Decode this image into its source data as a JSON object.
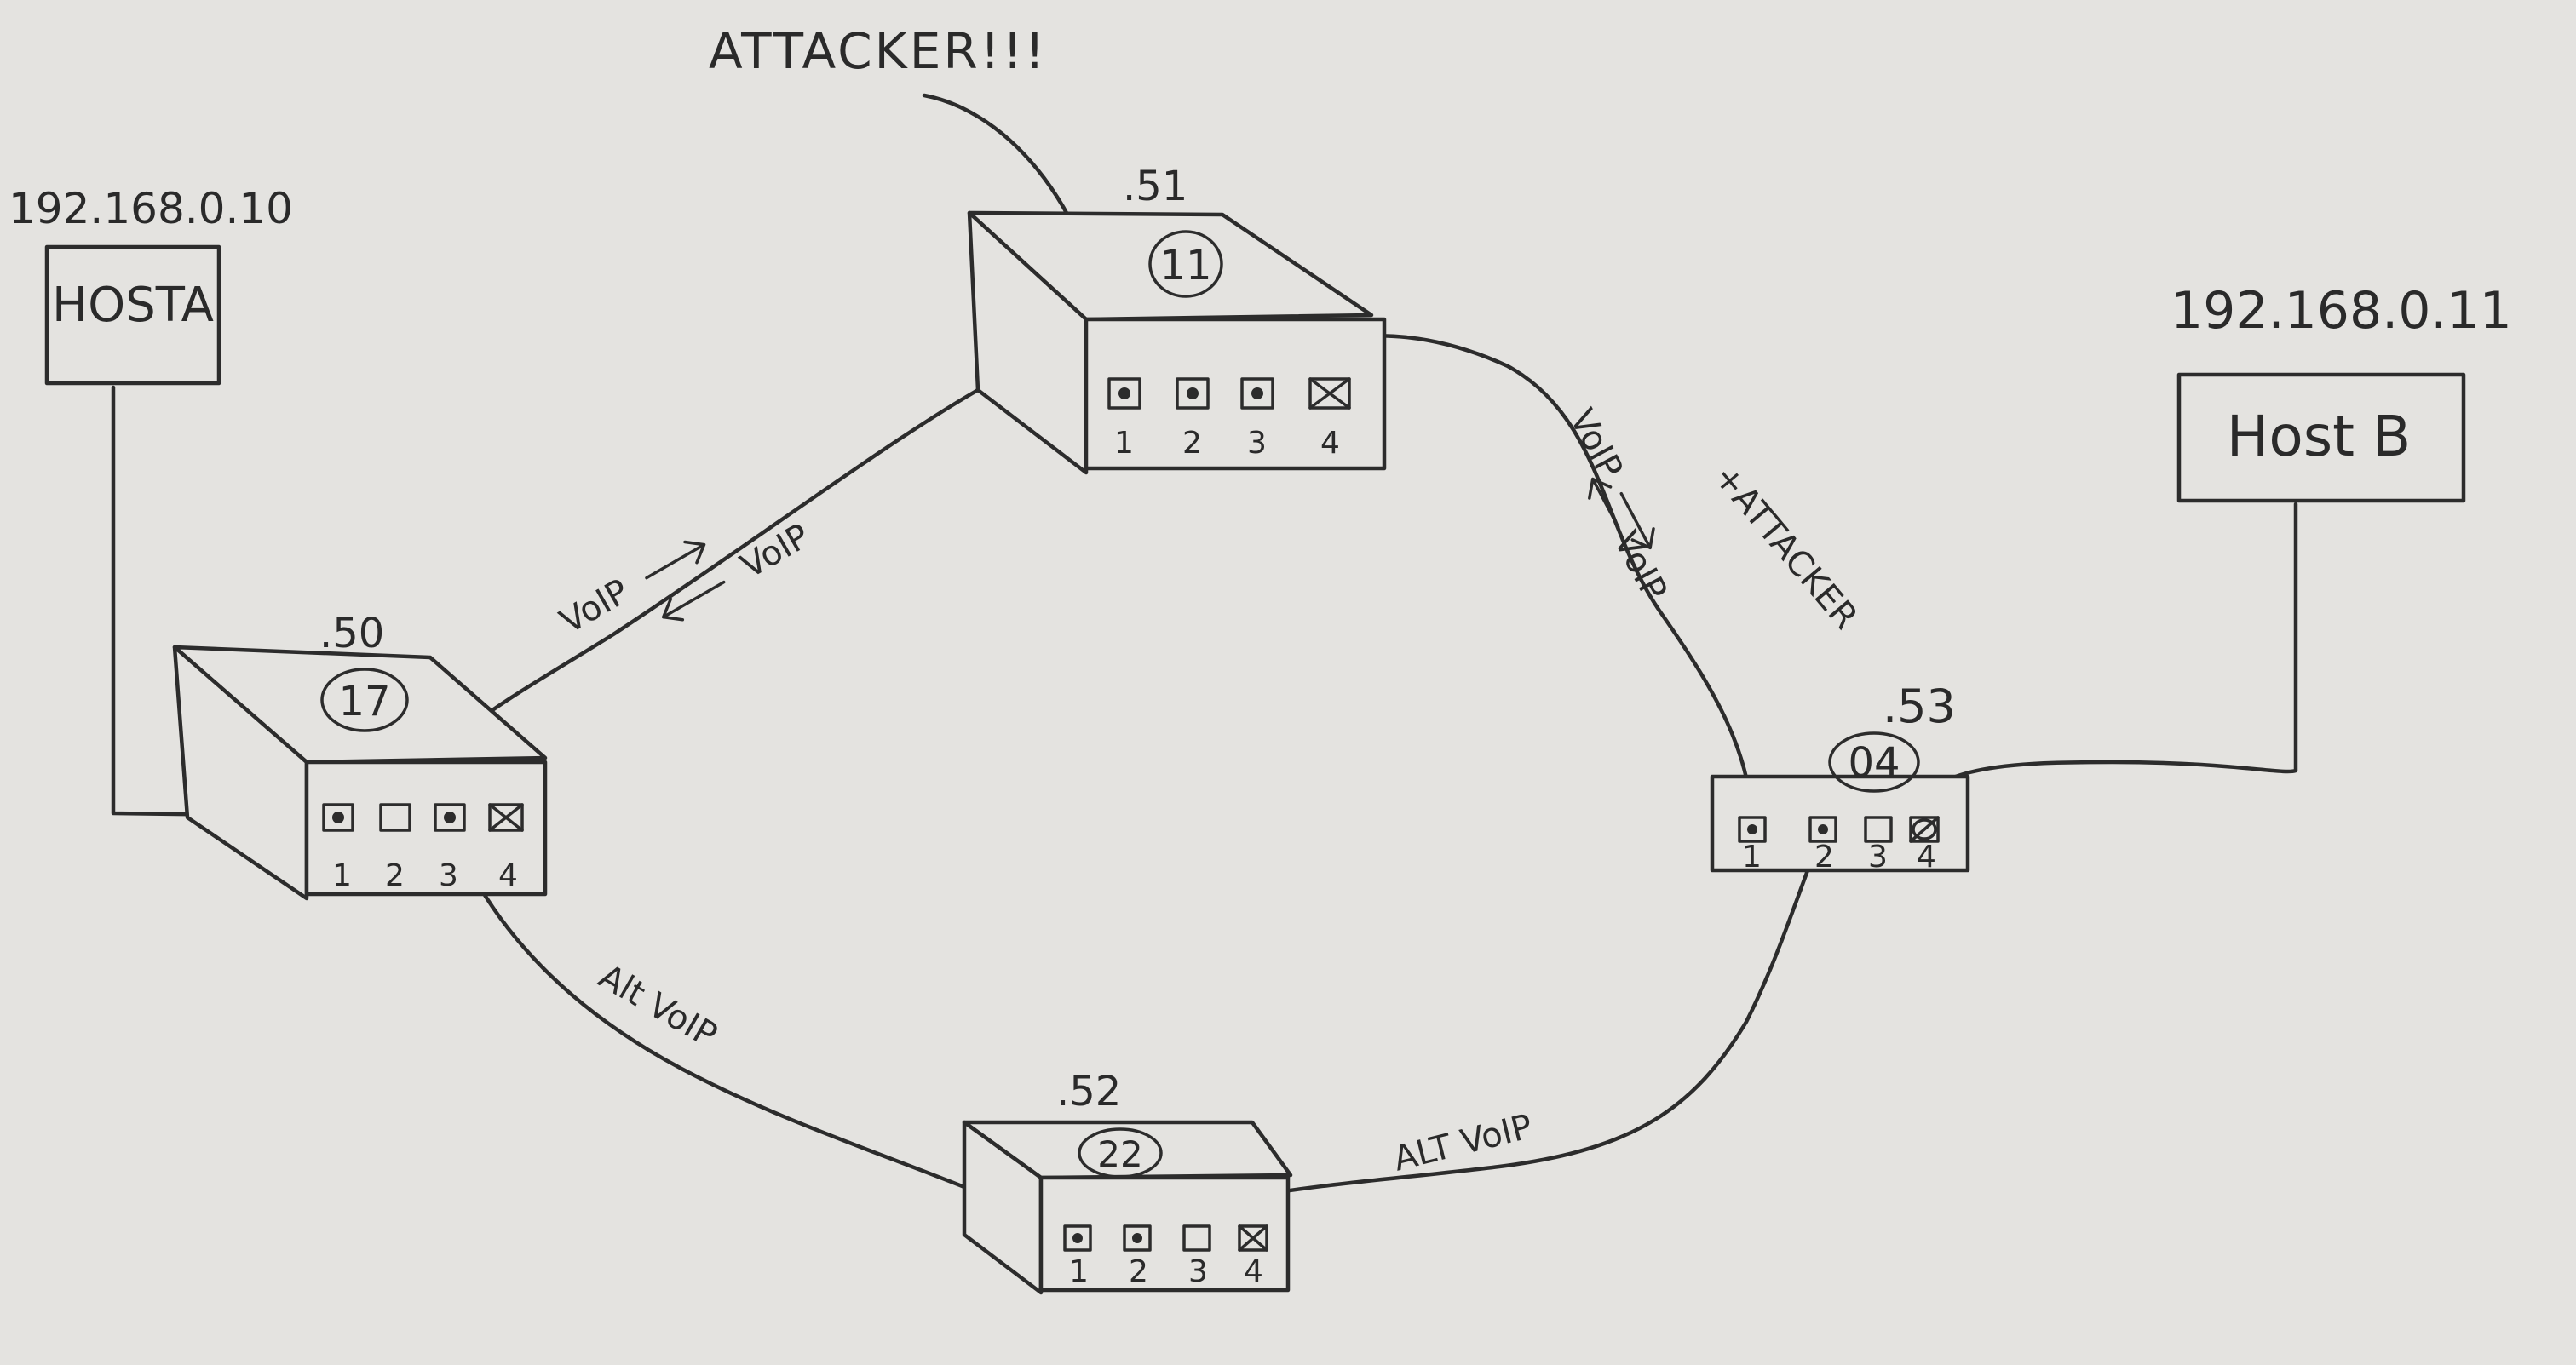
{
  "attacker": {
    "label": "ATTACKER!!!"
  },
  "host_a": {
    "name": "HOSTA",
    "ip": "192.168.0.10"
  },
  "host_b": {
    "name": "Host B",
    "ip": "192.168.0.11"
  },
  "switches": [
    {
      "key": "sw17",
      "id": "17",
      "addr": ".50",
      "ports": [
        "1",
        "2",
        "3",
        "4"
      ]
    },
    {
      "key": "sw11",
      "id": "11",
      "addr": ".51",
      "ports": [
        "1",
        "2",
        "3",
        "4"
      ]
    },
    {
      "key": "sw22",
      "id": "22",
      "addr": ".52",
      "ports": [
        "1",
        "2",
        "3",
        "4"
      ]
    },
    {
      "key": "sw04",
      "id": "04",
      "addr": ".53",
      "ports": [
        "1",
        "2",
        "3",
        "4"
      ]
    }
  ],
  "links": {
    "sw17_sw11": {
      "forward": "VoIP",
      "back": "VoIP"
    },
    "sw11_sw04": {
      "forward": "VoIP",
      "back": "VoIP",
      "extra": "+ATTACKER"
    },
    "sw17_sw22": {
      "label": "Alt VoIP"
    },
    "sw22_sw04": {
      "label": "ALT VoIP"
    }
  },
  "style": {
    "paper_color": "#e4e3e0",
    "ink_color": "#2c2c2c"
  }
}
